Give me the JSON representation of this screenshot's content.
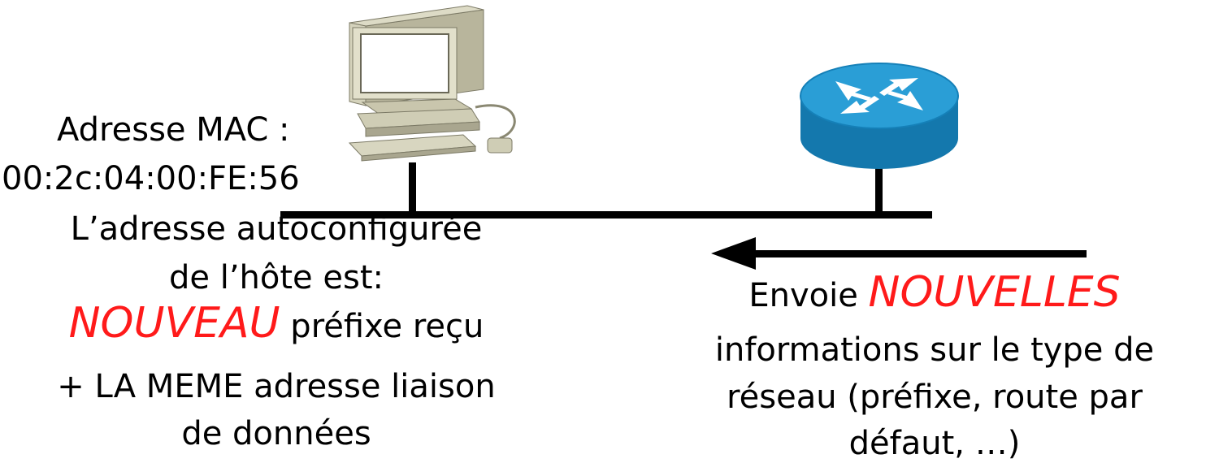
{
  "host": {
    "mac_label": "Adresse MAC :",
    "mac_value": "00:2c:04:00:FE:56",
    "line1": "L’adresse autoconfigurée",
    "line2": "de l’hôte est:",
    "line3_emph": "NOUVEAU",
    "line3_rest": " préfixe reçu",
    "line4": "+ LA MEME adresse liaison",
    "line5": "de données"
  },
  "router": {
    "line1_prefix": "Envoie ",
    "line1_emph": "NOUVELLES",
    "line2": "informations sur le type de",
    "line3": "réseau (préfixe, route par",
    "line4": "défaut, …)"
  },
  "colors": {
    "emphasis": "#ff1a1a",
    "router_blue": "#1a8fc7",
    "pc_beige": "#cfcdb5",
    "line": "#000000"
  },
  "icons": {
    "computer": "desktop-computer-icon",
    "router": "router-icon",
    "arrow": "arrow-left-icon"
  }
}
